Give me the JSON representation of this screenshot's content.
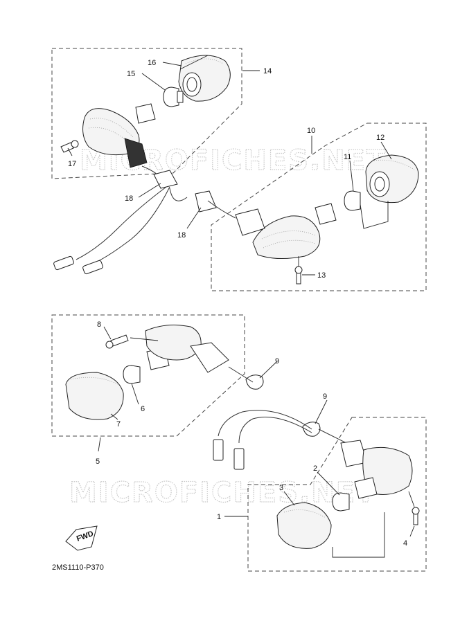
{
  "watermark": "MICROFICHES.NET",
  "diagram_code": "2MS1110-P370",
  "fwd_label": "FWD",
  "callouts": {
    "c1": "1",
    "c2": "2",
    "c3": "3",
    "c4": "4",
    "c5": "5",
    "c6": "6",
    "c7": "7",
    "c8": "8",
    "c9a": "9",
    "c9b": "9",
    "c10": "10",
    "c11": "11",
    "c12": "12",
    "c13": "13",
    "c14": "14",
    "c15": "15",
    "c16": "16",
    "c17": "17",
    "c18a": "18",
    "c18b": "18"
  }
}
